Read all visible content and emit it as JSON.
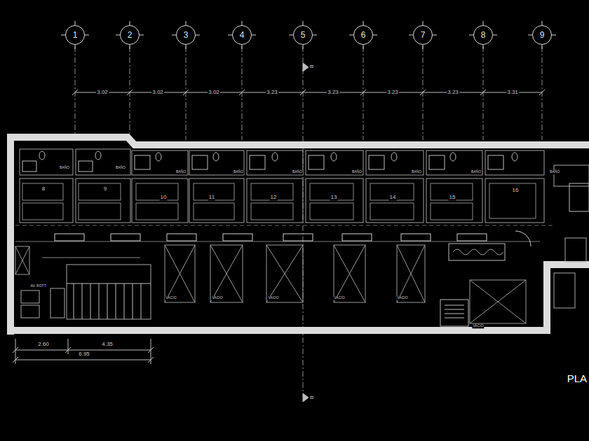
{
  "diagram": {
    "nodes": [
      {
        "text": [
          "1"
        ]
      },
      {
        "text": [
          "2"
        ]
      },
      {
        "text": [
          "3"
        ]
      },
      {
        "text": [
          "4"
        ]
      },
      {
        "text": [
          "5"
        ]
      },
      {
        "text": [
          "6"
        ]
      },
      {
        "text": [
          "7"
        ]
      },
      {
        "text": [
          "8"
        ]
      },
      {
        "text": [
          "9"
        ]
      }
    ],
    "labels": [
      "3.02",
      "3.02",
      "3.02",
      "3.23",
      "3.23",
      "3.23",
      "3.23",
      "3.31",
      "8",
      "9",
      "10",
      "11",
      "12",
      "13",
      "14",
      "15",
      "16",
      "BAÑO",
      "BAÑO",
      "BAÑO",
      "BAÑO",
      "BAÑO",
      "BAÑO",
      "BAÑO",
      "BAÑO",
      "BAÑO",
      "VACIO",
      "VACIO",
      "VACIO",
      "VACIO",
      "VACIO",
      "VACIO",
      "AV. ROTT.",
      "2.60",
      "4.35",
      "6.95",
      "B",
      "B",
      "PLA"
    ]
  }
}
